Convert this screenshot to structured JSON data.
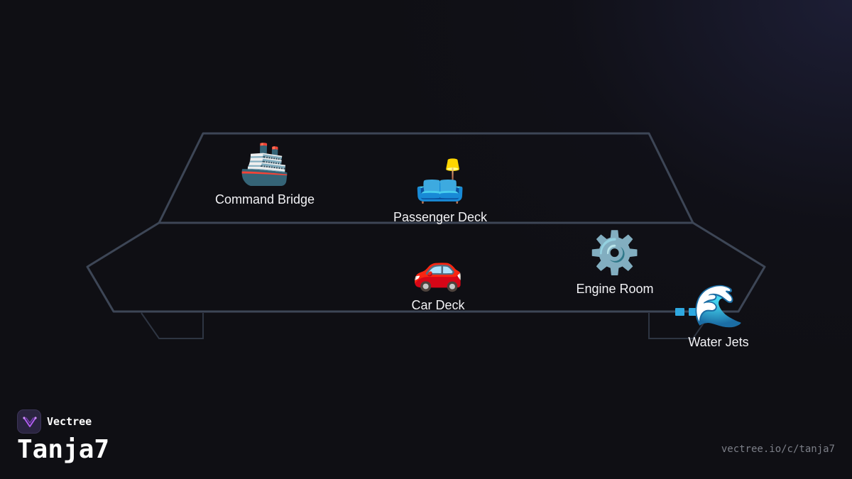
{
  "diagram": {
    "nodes": [
      {
        "id": "command-bridge",
        "icon": "🚢",
        "icon_name": "ship-icon",
        "label": "Command Bridge"
      },
      {
        "id": "passenger-deck",
        "icon": "🛋️",
        "icon_name": "couch-and-lamp-icon",
        "label": "Passenger Deck"
      },
      {
        "id": "car-deck",
        "icon": "🚗",
        "icon_name": "car-icon",
        "label": "Car Deck"
      },
      {
        "id": "engine-room",
        "icon": "⚙️",
        "icon_name": "gear-icon",
        "label": "Engine Room"
      },
      {
        "id": "water-jets",
        "icon": "🌊",
        "icon_name": "water-wave-icon",
        "label": "Water Jets"
      }
    ],
    "colors": {
      "background": "#0f0f14",
      "hull_outline": "#3d4656",
      "label_text": "#f2f2f5",
      "jet_accent": "#2ea8e0"
    }
  },
  "branding": {
    "brand_name": "Vectree",
    "creator": "Tanja7",
    "url": "vectree.io/c/tanja7"
  }
}
